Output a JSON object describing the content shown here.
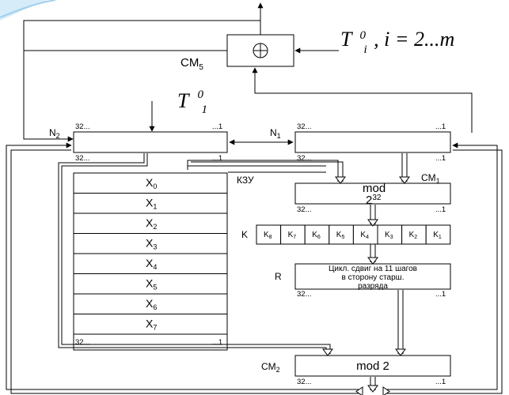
{
  "formula_top": {
    "base": "T",
    "sup": "0",
    "sub": "i",
    "rest": ", i = 2...m"
  },
  "formula_left": {
    "base": "T",
    "sup": "0",
    "sub": "1"
  },
  "adder_main": {
    "label": "CM",
    "sub": "5",
    "symbol": "⊕"
  },
  "n2": {
    "label": "N",
    "sub": "2",
    "bit_high": "32...",
    "bit_low": "...1",
    "bit_high_bottom": "32...",
    "bit_low_bottom": "...1"
  },
  "n1": {
    "label": "N",
    "sub": "1",
    "bit_high": "32...",
    "bit_low": "...1",
    "bit_high_bottom": "32...",
    "bit_low_bottom": "...1"
  },
  "ksu": {
    "label": "КЗУ",
    "rows": [
      {
        "name": "X",
        "sub": "0"
      },
      {
        "name": "X",
        "sub": "1"
      },
      {
        "name": "X",
        "sub": "2"
      },
      {
        "name": "X",
        "sub": "3"
      },
      {
        "name": "X",
        "sub": "4"
      },
      {
        "name": "X",
        "sub": "5"
      },
      {
        "name": "X",
        "sub": "6"
      },
      {
        "name": "X",
        "sub": "7"
      }
    ],
    "bit_high": "32...",
    "bit_low": "...1"
  },
  "cm1": {
    "label": "CM",
    "sub": "1",
    "text": "mod",
    "power_base": "2",
    "power_exp": "32",
    "bit_high": "32...",
    "bit_low": "...1"
  },
  "k_register": {
    "label": "K",
    "cells": [
      {
        "name": "K",
        "sub": "8"
      },
      {
        "name": "K",
        "sub": "7"
      },
      {
        "name": "K",
        "sub": "6"
      },
      {
        "name": "K",
        "sub": "5"
      },
      {
        "name": "K",
        "sub": "4"
      },
      {
        "name": "K",
        "sub": "3"
      },
      {
        "name": "K",
        "sub": "2"
      },
      {
        "name": "K",
        "sub": "1"
      }
    ]
  },
  "r_register": {
    "label": "R",
    "lines": [
      "Цикл. сдвиг на 11 шагов",
      "в сторону старш.",
      "разряда"
    ],
    "bit_high": "32...",
    "bit_low": "...1"
  },
  "cm2": {
    "label": "CM",
    "sub": "2",
    "text": "mod 2",
    "bit_high": "32...",
    "bit_low": "...1"
  }
}
